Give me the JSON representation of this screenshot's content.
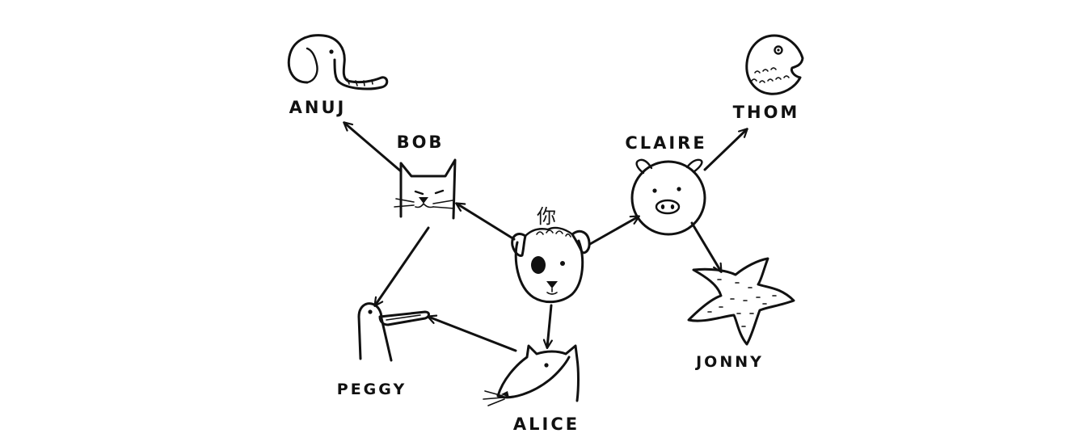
{
  "diagram": {
    "nodes": [
      {
        "id": "you",
        "label": "你",
        "animal": "dog"
      },
      {
        "id": "bob",
        "label": "BOB",
        "animal": "cat"
      },
      {
        "id": "claire",
        "label": "CLAIRE",
        "animal": "pig"
      },
      {
        "id": "anuj",
        "label": "ANUJ",
        "animal": "elephant"
      },
      {
        "id": "thom",
        "label": "THOM",
        "animal": "fish"
      },
      {
        "id": "peggy",
        "label": "PEGGY",
        "animal": "bird"
      },
      {
        "id": "alice",
        "label": "ALICE",
        "animal": "rat"
      },
      {
        "id": "jonny",
        "label": "JONNY",
        "animal": "starfish"
      }
    ],
    "edges": [
      {
        "from": "you",
        "to": "bob"
      },
      {
        "from": "you",
        "to": "claire"
      },
      {
        "from": "you",
        "to": "alice"
      },
      {
        "from": "bob",
        "to": "anuj"
      },
      {
        "from": "bob",
        "to": "peggy"
      },
      {
        "from": "alice",
        "to": "peggy"
      },
      {
        "from": "claire",
        "to": "thom"
      },
      {
        "from": "claire",
        "to": "jonny"
      }
    ]
  }
}
